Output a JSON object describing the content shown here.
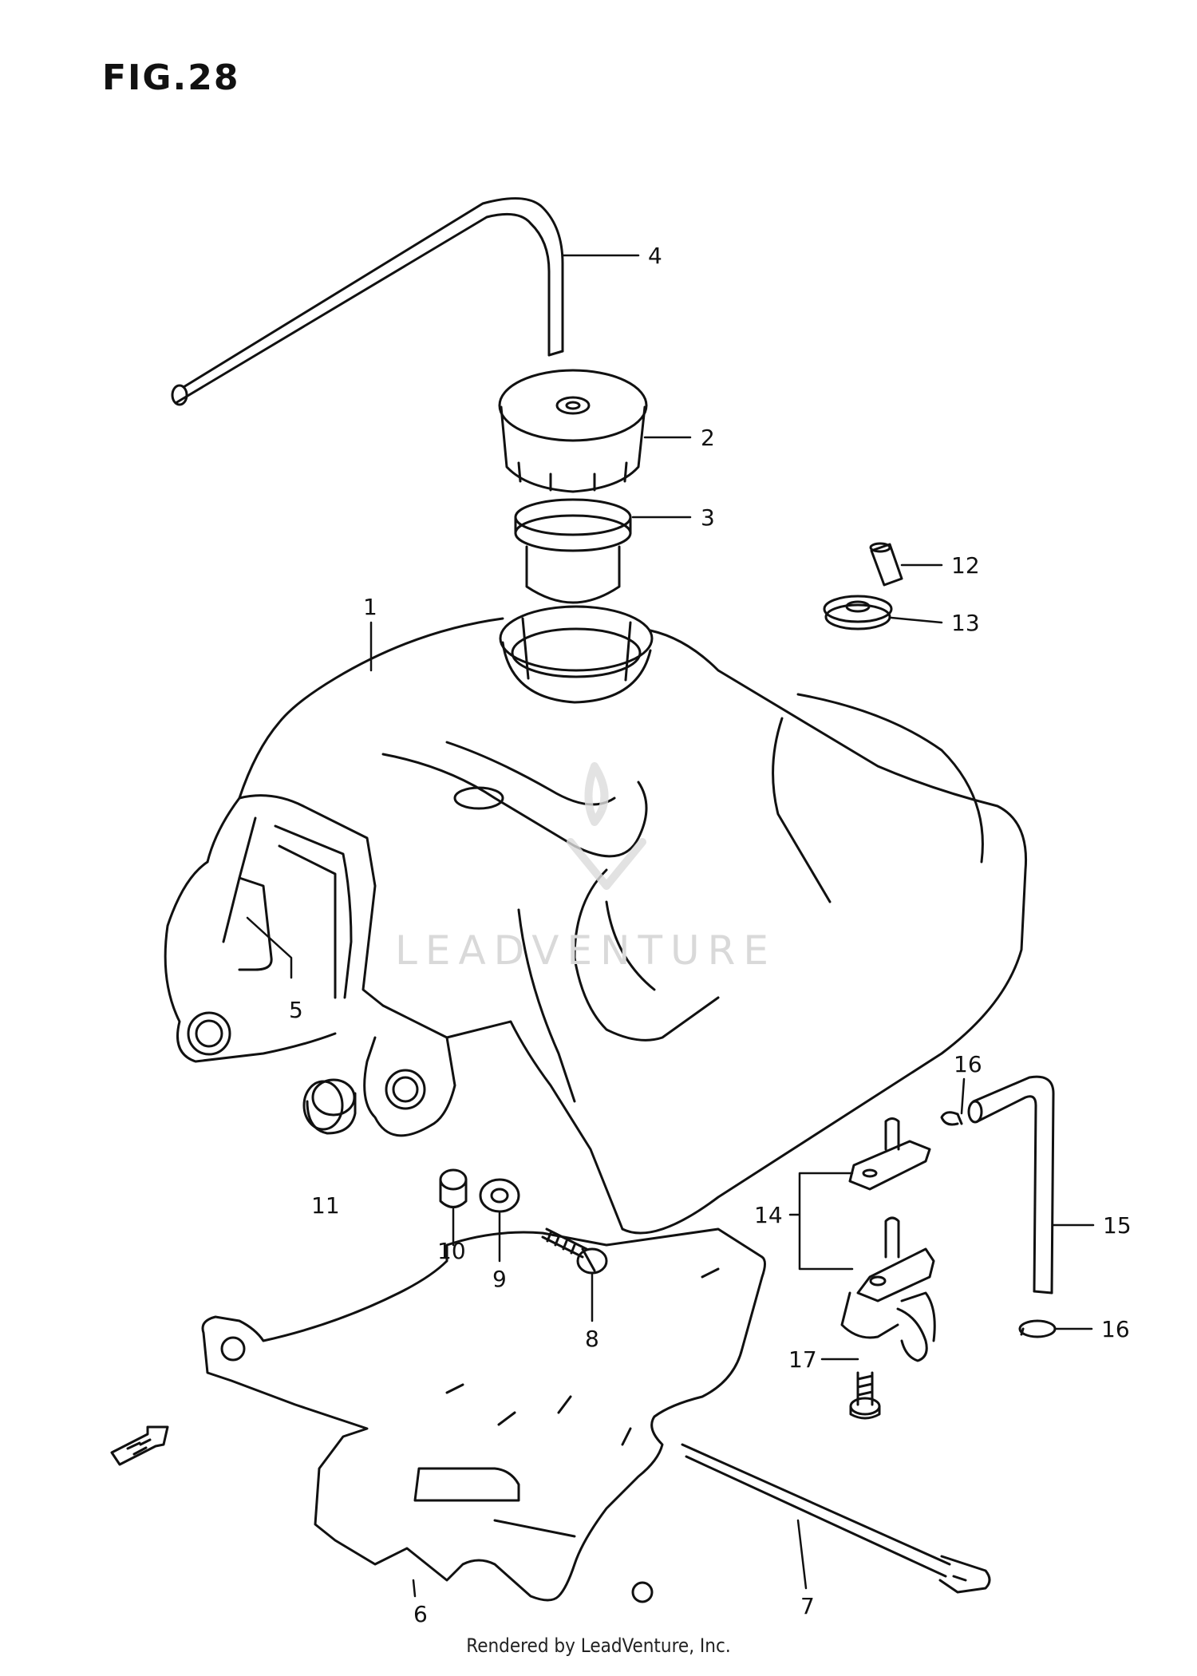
{
  "figure": {
    "title": "FIG.28",
    "watermark": "LEADVENTURE",
    "footer": "Rendered by LeadVenture, Inc."
  },
  "callouts": {
    "c1": "1",
    "c2": "2",
    "c3": "3",
    "c4": "4",
    "c5": "5",
    "c6": "6",
    "c7": "7",
    "c8": "8",
    "c9": "9",
    "c10": "10",
    "c11": "11",
    "c12": "12",
    "c13": "13",
    "c14": "14",
    "c15": "15",
    "c16a": "16",
    "c16b": "16",
    "c17": "17"
  },
  "icons": {
    "front-arrow": "front-direction-arrow-icon",
    "brand-logo": "leadventure-logo-icon"
  }
}
